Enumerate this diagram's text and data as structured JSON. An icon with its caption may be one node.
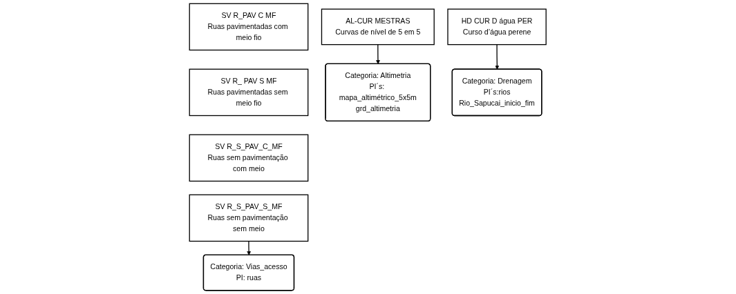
{
  "diagram": {
    "nodes": [
      {
        "text": [
          "AL-CUR MESTRAS",
          "Curvas de nível de 5 em 5"
        ]
      },
      {
        "text": [
          "SV R_PAV C MF",
          "Ruas pavimentadas com meio fio"
        ]
      },
      {
        "text": [
          "HD CUR D água PER",
          "Curso d’água perene"
        ]
      },
      {
        "text": [
          "SV R_ PAV S MF",
          "Ruas pavimentadas sem meio fio"
        ]
      },
      {
        "text": [
          "SV R_S_PAV_C_MF",
          "Ruas sem pavimentação com meio"
        ]
      },
      {
        "text": [
          "SV R_S_PAV_S_MF",
          "Ruas sem pavimentação sem meio"
        ]
      },
      {
        "text": [
          "Categoria: Altimetria",
          "PI´s: mapa_altimétrico_5x5m",
          "grd_altimetria"
        ]
      },
      {
        "text": [
          "Categoria: Vias_acesso",
          "PI: ruas"
        ]
      },
      {
        "text": [
          "Categoria: Drenagem",
          "PI´s:rios",
          "Rio_Sapucai_inicio_fim"
        ]
      }
    ],
    "edges": [
      {
        "from": 0,
        "to": 6,
        "arrow": "to"
      },
      {
        "from": 5,
        "to": 7,
        "arrow": "to"
      },
      {
        "from": 2,
        "to": 8,
        "arrow": "to"
      }
    ]
  }
}
